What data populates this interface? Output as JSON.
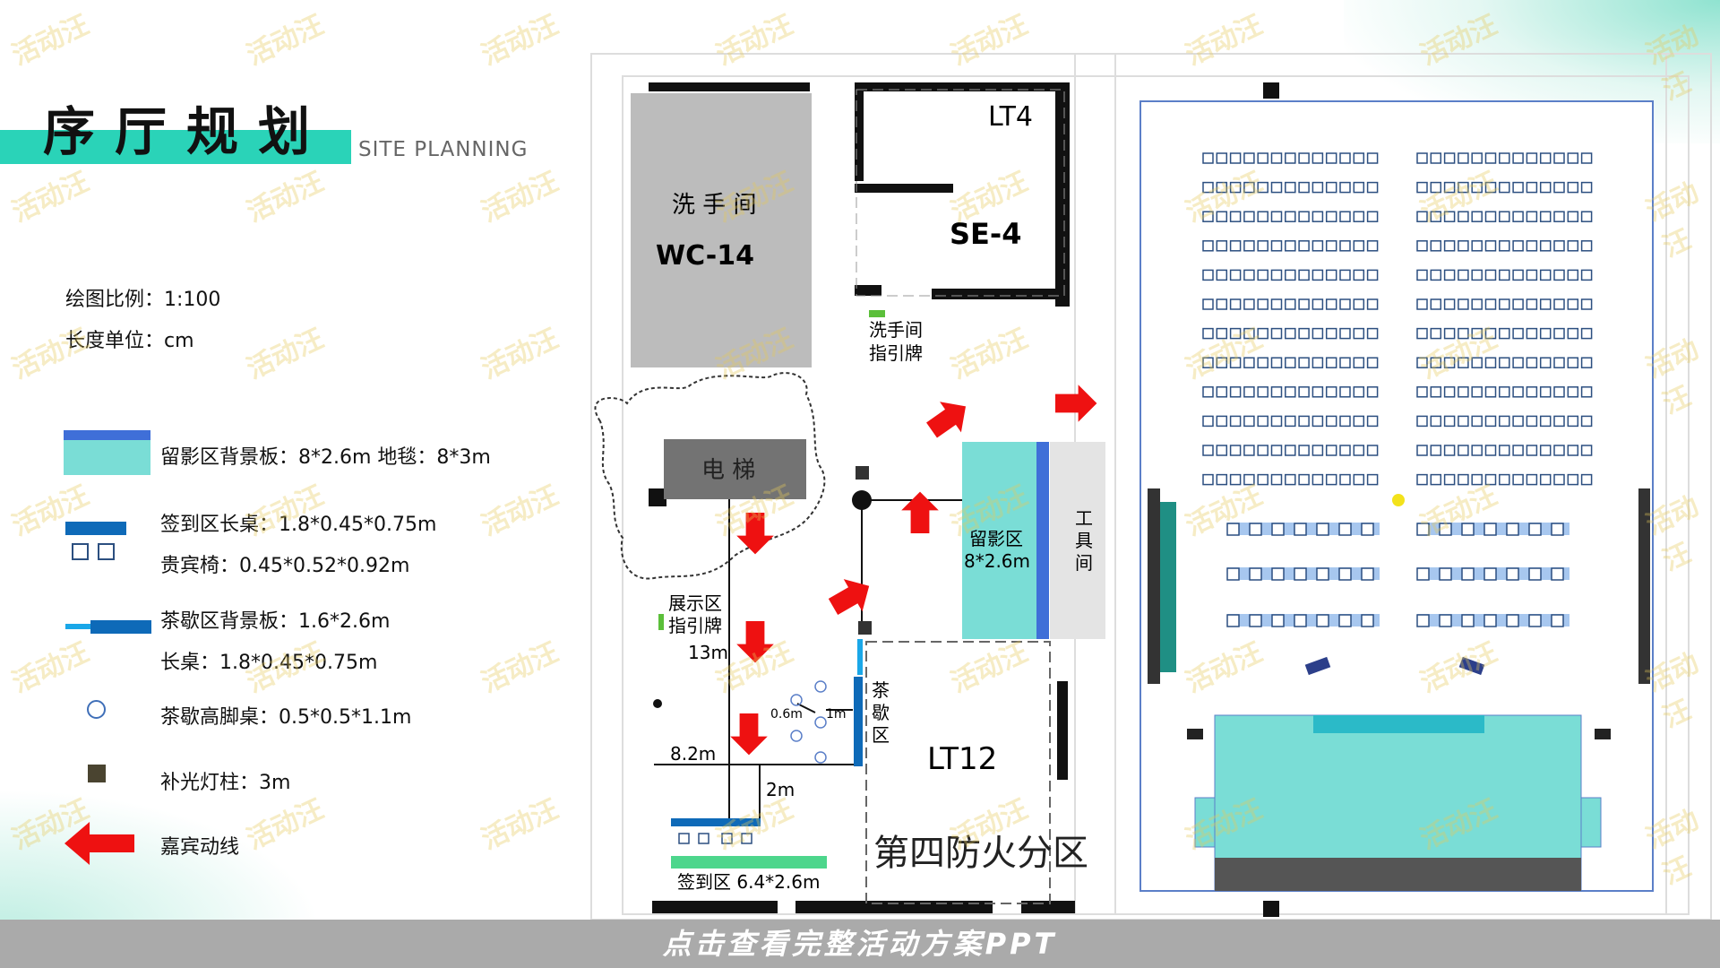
{
  "header": {
    "title": "序厅规划",
    "subtitle": "SITE PLANNING"
  },
  "meta": {
    "scale": "绘图比例：1:100",
    "unit": "长度单位：cm"
  },
  "legend": [
    {
      "text": "留影区背景板：8*2.6m  地毯：8*3m"
    },
    {
      "text": "签到区长桌：1.8*0.45*0.75m"
    },
    {
      "text": "贵宾椅：0.45*0.52*0.92m"
    },
    {
      "text": "茶歇区背景板：1.6*2.6m"
    },
    {
      "text": "长桌：1.8*0.45*0.75m"
    },
    {
      "text": "茶歇高脚桌：0.5*0.5*1.1m"
    },
    {
      "text": "补光灯柱：3m"
    },
    {
      "text": "嘉宾动线"
    }
  ],
  "plan": {
    "washroom": "洗  手  间",
    "wc": "WC-14",
    "lt4": "LT4",
    "se4": "SE-4",
    "washroom_sign": [
      "洗手间",
      "指引牌"
    ],
    "elevator": "电   梯",
    "photo_zone": [
      "留影区",
      "8*2.6m"
    ],
    "tool_room": [
      "工",
      "具",
      "间"
    ],
    "display_sign": [
      "展示区",
      "指引牌"
    ],
    "dim_13m": "13m",
    "dim_8_2m": "8.2m",
    "dim_2m": "2m",
    "dim_0_6m": "0.6m",
    "dim_1m": "1m",
    "tea_zone": [
      "茶",
      "歇",
      "区"
    ],
    "lt12": "LT12",
    "fire_zone": "第四防火分区",
    "signin_zone": "签到区 6.4*2.6m"
  },
  "colors": {
    "teal": "#2ad3b8",
    "photo": "#7addd6",
    "blue": "#3f6fd8",
    "table": "#0e6ab8",
    "arrow": "#ee1111",
    "green": "#4dd68c"
  },
  "footer": {
    "cta": "点击查看完整活动方案PPT"
  },
  "watermark": "活动汪"
}
